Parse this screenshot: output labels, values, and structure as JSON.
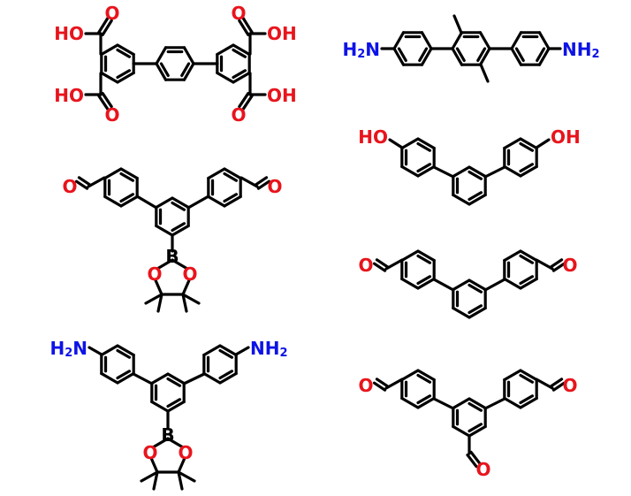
{
  "colors": {
    "bond": "#000000",
    "oxygen": "#e8141c",
    "nitrogen": "#0d13e6",
    "boron": "#000000"
  },
  "labels": {
    "ho": "HO",
    "oh": "OH",
    "o": "O",
    "h2n_h": "H",
    "h2n_2": "2",
    "h2n_n": "N",
    "nh2_n": "NH",
    "nh2_2": "2",
    "b": "B"
  }
}
